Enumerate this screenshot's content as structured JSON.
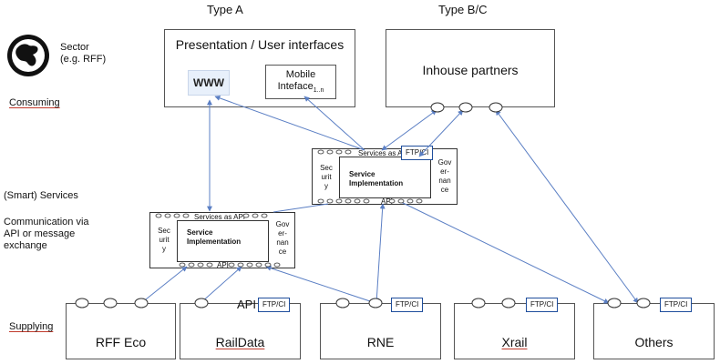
{
  "headers": {
    "type_a": "Type A",
    "type_bc": "Type B/C"
  },
  "sector": {
    "label": "Sector\n(e.g. RFF)",
    "icon": "globe-icon"
  },
  "layers": {
    "consuming": "Consuming",
    "services": "(Smart) Services",
    "communication": "Communication via\nAPI or message\nexchange",
    "supplying": "Supplying"
  },
  "presentation": {
    "title": "Presentation / User interfaces",
    "www": "WWW",
    "mobile": "Mobile\nInteface",
    "mobile_subscript": "1..n"
  },
  "inhouse": {
    "title": "Inhouse partners"
  },
  "service_right": {
    "top_strip": "Services as API",
    "ftp": "FTP/CI",
    "security": "Sec\nurit\ny",
    "title": "Service\nImplementation",
    "governance": "Gov\ner-\nnan\nce",
    "bottom_strip": "API"
  },
  "service_left": {
    "top_strip": "Services as API",
    "security": "Sec\nurit\ny",
    "title": "Service\nImplementation",
    "governance": "Gov\ner-\nnan\nce",
    "bottom_strip": "API"
  },
  "suppliers": {
    "rff_eco": {
      "label": "RFF Eco"
    },
    "raildata": {
      "label": "RailData",
      "api": "API",
      "ftp": "FTP/CI"
    },
    "rne": {
      "label": "RNE",
      "ftp": "FTP/CI"
    },
    "xrail": {
      "label": "Xrail",
      "ftp": "FTP/CI"
    },
    "others": {
      "label": "Others",
      "ftp": "FTP/CI"
    }
  },
  "colors": {
    "arrow": "#5b7fc4",
    "ftp_border": "#1f4e9c",
    "underline": "#c0392b"
  }
}
